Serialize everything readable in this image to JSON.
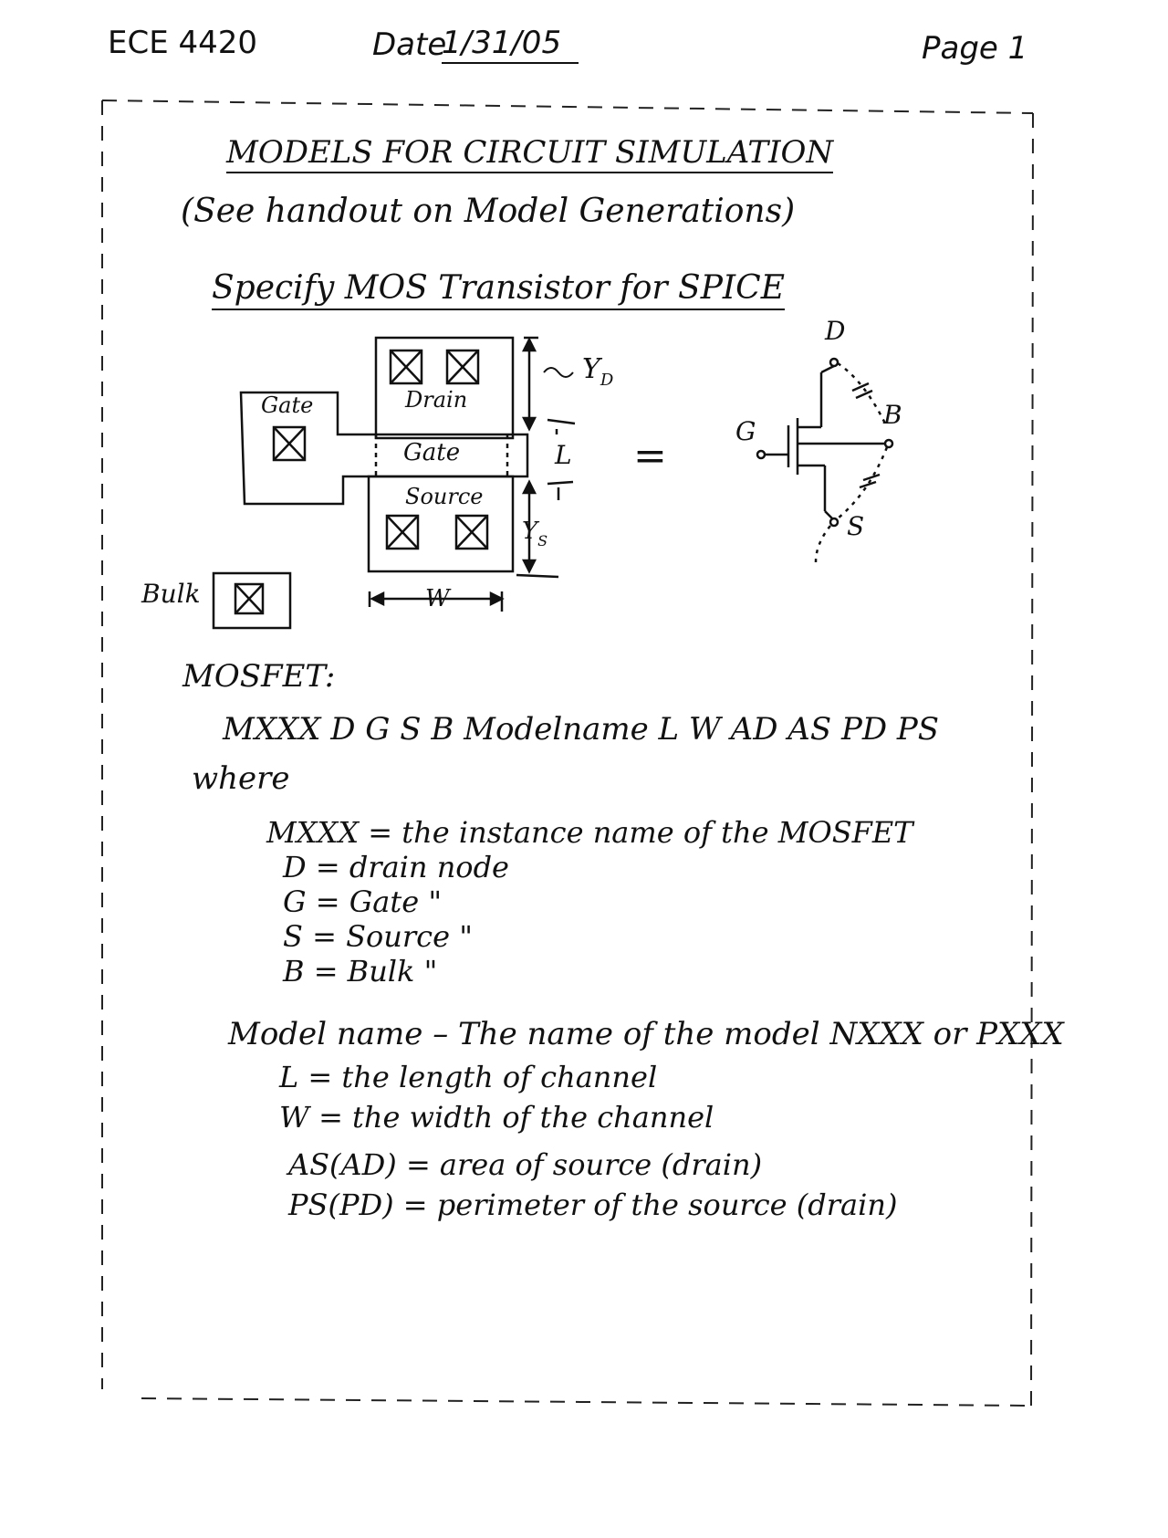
{
  "header": {
    "course": "ECE 4420",
    "date_label": "Date",
    "date_value": "1/31/05",
    "page_label": "Page 1"
  },
  "title": "MODELS FOR CIRCUIT SIMULATION",
  "subtitle": "(See handout on Model Generations)",
  "section": "Specify MOS Transistor for SPICE",
  "diagram": {
    "gate": "Gate",
    "drain": "Drain",
    "gate_center": "Gate",
    "source": "Source",
    "bulk": "Bulk",
    "yd": "Y",
    "yd_sub": "D",
    "ys": "Y",
    "ys_sub": "S",
    "L": "L",
    "W": "W",
    "equals": "=",
    "sym_d": "D",
    "sym_g": "G",
    "sym_s": "S",
    "sym_b": "B"
  },
  "mosfet": {
    "heading": "MOSFET:",
    "syntax": "MXXX  D G S B  Modelname  L  W  AD  AS  PD  PS",
    "where": "where",
    "defs": [
      "MXXX = the instance name of the MOSFET",
      "D = drain node",
      "G = Gate    \"",
      "S = Source   \"",
      "B = Bulk    \""
    ],
    "model_line": "Model name – The name of the model NXXX or PXXX",
    "params": [
      "L = the length of channel",
      "W = the width of the channel",
      "AS(AD) = area of source (drain)",
      "PS(PD) = perimeter of the source (drain)"
    ]
  }
}
